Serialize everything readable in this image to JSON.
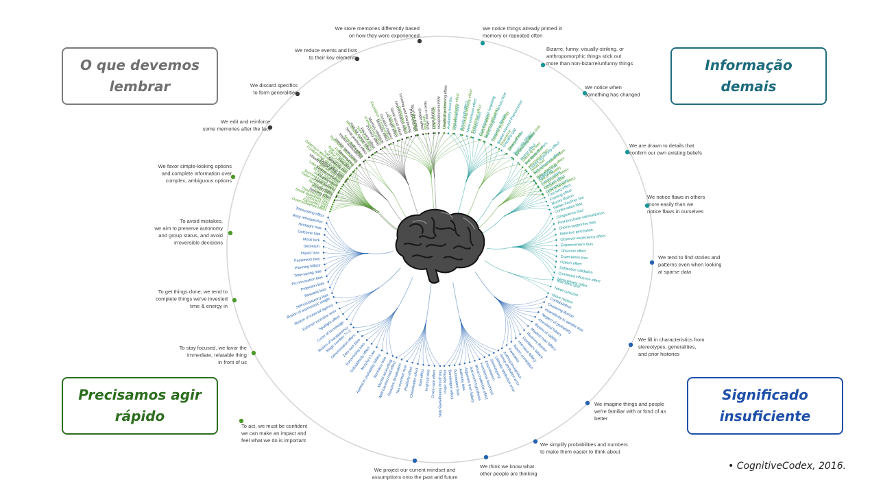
{
  "quadrants": {
    "remember": {
      "line1": "O que devemos",
      "line2": "lembrar"
    },
    "too_much": {
      "line1": "Informação",
      "line2": "demais"
    },
    "fast": {
      "line1": "Precisamos agir",
      "line2": "rápido"
    },
    "meaning": {
      "line1": "Significado",
      "line2": "insuficiente"
    }
  },
  "colors": {
    "grey": "#555555",
    "teal": "#199696",
    "blue": "#2563b0",
    "green": "#4c9a2a",
    "ring": "#d4d4d4",
    "box_grey": "#7b7b7b",
    "box_teal": "#1d6b7c",
    "box_green": "#2c6d1e",
    "box_blue": "#1e4fa8"
  },
  "brain_icon": "brain-illustration",
  "categories": [
    {
      "id": "store",
      "color": "grey",
      "lines": [
        "We store memories differently based",
        "on how they were experienced"
      ],
      "biases": [
        "Tip of the tongue",
        "Google effect",
        "Next-in-line effect",
        "Testing effect",
        "Absent-mindedness",
        "Levels of processing effect"
      ]
    },
    {
      "id": "reduce",
      "color": "grey",
      "lines": [
        "We reduce events and lists",
        "to their key elements"
      ],
      "biases": [
        "Suffix effect",
        "Serial position effect",
        "Part-list cueing effect",
        "Recency effect",
        "Primacy effect",
        "Memory inhibition",
        "Modality effect",
        "Duration neglect",
        "List-length effect",
        "Serial recall effect",
        "Misinformation effect",
        "Leveling and sharpening",
        "Peak-end rule"
      ]
    },
    {
      "id": "discard",
      "color": "grey",
      "lines": [
        "We discard specifics",
        "to form generalities"
      ],
      "biases": [
        "Fading affect bias",
        "Negativity bias",
        "Prejudice",
        "Stereotyping",
        "Implicit stereotypes",
        "Implicit associations"
      ]
    },
    {
      "id": "edit",
      "color": "grey",
      "lines": [
        "We edit and reinforce",
        "some memories after the fact"
      ],
      "biases": [
        "Spacing effect",
        "Suggestibility",
        "False memory",
        "Cryptomnesia",
        "Source confusion",
        "Misattribution of memory"
      ]
    },
    {
      "id": "primed",
      "color": "teal",
      "lines": [
        "We notice things already primed in",
        "memory or repeated often"
      ],
      "biases": [
        "Availability heuristic",
        "Attentional bias",
        "Illusory truth effect",
        "Mere exposure effect",
        "Context effect",
        "Cue-dependent forgetting",
        "Mood-congruent memory bias",
        "Frequency illusion",
        "Baader-Meinhof Phenomenon",
        "Empathy gap",
        "Omission bias",
        "Base rate fallacy"
      ]
    },
    {
      "id": "bizarre",
      "color": "teal",
      "lines": [
        "Bizarre, funny, visually-striking, or",
        "anthropomorphic things stick out",
        "more than non-bizarre/unfunny things"
      ],
      "biases": [
        "Bizarreness effect",
        "Humor effect",
        "Von Restorff effect",
        "Picture superiority effect",
        "Self-relevance effect",
        "Negativity bias"
      ]
    },
    {
      "id": "changed",
      "color": "teal",
      "lines": [
        "We notice when",
        "something has changed"
      ],
      "biases": [
        "Anchoring",
        "Conservatism",
        "Contrast effect",
        "Distinction bias",
        "Focusing effect",
        "Framing effect",
        "Money illusion",
        "Weber-Fechner law"
      ]
    },
    {
      "id": "confirm",
      "color": "teal",
      "lines": [
        "We are drawn to details that",
        "confirm our own existing beliefs"
      ],
      "biases": [
        "Confirmation bias",
        "Congruence bias",
        "Post-purchase rationalization",
        "Choice-supportive bias",
        "Selective perception",
        "Observer-expectancy effect",
        "Experimenter's bias",
        "Observer effect",
        "Expectation bias",
        "Ostrich effect",
        "Subjective validation",
        "Continued influence effect",
        "Semmelweis reflex"
      ]
    },
    {
      "id": "flaws",
      "color": "teal",
      "lines": [
        "We notice flaws in others",
        "more easily than we",
        "notice flaws in ourselves"
      ],
      "biases": [
        "Bias blind spot",
        "Naive cynicism",
        "Naive realism"
      ]
    },
    {
      "id": "stories",
      "color": "blue",
      "lines": [
        "We tend to find stories and",
        "patterns even when looking",
        "at sparse data"
      ],
      "biases": [
        "Confabulation",
        "Clustering illusion",
        "Insensitivity to sample size",
        "Neglect of probability",
        "Anecdotal fallacy",
        "Illusion of validity",
        "Masked man fallacy",
        "Recency illusion",
        "Gambler's fallacy",
        "Hot-hand fallacy",
        "Illusory correlation",
        "Pareidolia",
        "Anthropomorphism"
      ]
    },
    {
      "id": "fill",
      "color": "blue",
      "lines": [
        "We fill in characteristics from",
        "stereotypes, generalities,",
        "and prior histories"
      ],
      "biases": [
        "Group attribution error",
        "Ultimate attribution error",
        "Stereotyping",
        "Essentialism",
        "Functional fixedness",
        "Moral credential effect",
        "Just-world hypothesis",
        "Argument from fallacy",
        "Authority bias",
        "Automation bias",
        "Bandwagon effect",
        "Placebo effect"
      ]
    },
    {
      "id": "imagine",
      "color": "blue",
      "lines": [
        "We imagine things and people",
        "we're familiar with or fond of as",
        "better"
      ],
      "biases": [
        "Out-group homogeneity bias",
        "Cross-race effect",
        "In-group bias",
        "Halo effect",
        "Cheerleader effect",
        "Positivity effect",
        "Not invented here",
        "Reactive devaluation",
        "Well-traveled road effect"
      ]
    },
    {
      "id": "simplify",
      "color": "blue",
      "lines": [
        "We simplify probabilities and numbers",
        "to make them easier to think about"
      ],
      "biases": [
        "Mental accounting",
        "Normalcy bias",
        "Appeal to probability fallacy",
        "Murphy's Law",
        "Subadditivity effect",
        "Survivorship bias",
        "Zero sum bias",
        "Denomination effect",
        "Magic number 7+-2"
      ]
    },
    {
      "id": "think",
      "color": "blue",
      "lines": [
        "We think we know what",
        "other people are thinking"
      ],
      "biases": [
        "Illusion of transparency",
        "Curse of knowledge",
        "Spotlight effect",
        "Extrinsic incentive error",
        "Illusion of external agency",
        "Illusion of asymmetric insight"
      ]
    },
    {
      "id": "project",
      "color": "blue",
      "lines": [
        "We project our current mindset and",
        "assumptions onto the past and future"
      ],
      "biases": [
        "Self-consistency bias",
        "Restraint bias",
        "Projection bias",
        "Pro-innovation bias",
        "Time-saving bias",
        "Planning fallacy",
        "Pessimism bias",
        "Impact bias",
        "Declinism",
        "Moral luck",
        "Outcome bias",
        "Hindsight bias",
        "Rosy retrospection",
        "Telescoping effect"
      ]
    },
    {
      "id": "confident",
      "color": "green",
      "lines": [
        "To act, we must be confident",
        "we can make an impact and",
        "feel what we do is important"
      ],
      "biases": [
        "Overconfidence effect",
        "Egocentric bias",
        "Optimism bias",
        "Social desirability bias",
        "Third-person effect",
        "Forer effect",
        "Barnum effect",
        "Illusion of control",
        "False consensus effect",
        "Dunning-Kruger effect",
        "Hard-easy effect",
        "Illusory superiority",
        "Lake Wobegone effect",
        "Self-serving bias",
        "Actor-observer bias",
        "Fundamental attribution error",
        "Defensive attribution hypothesis",
        "Trait ascription bias",
        "Effort justification",
        "Risk compensation",
        "Peltzman effect"
      ]
    },
    {
      "id": "focused",
      "color": "green",
      "lines": [
        "To stay focused, we favor the",
        "immediate, relatable thing",
        "in front of us"
      ],
      "biases": [
        "Hyperbolic discounting",
        "Appeal to novelty",
        "Identifiable victim effect"
      ]
    },
    {
      "id": "done",
      "color": "green",
      "lines": [
        "To get things done, we tend to",
        "complete things we've invested",
        "time & energy in"
      ],
      "biases": [
        "Sunk cost fallacy",
        "Irrational escalation",
        "Escalation of commitment",
        "Loss aversion",
        "Generation effect",
        "IKEA effect",
        "Unit bias",
        "Zero-risk bias",
        "Disposition effect",
        "Pseudocertainty effect",
        "Processing difficulty effect",
        "Endowment effect",
        "Backfire effect"
      ]
    },
    {
      "id": "mistakes",
      "color": "green",
      "lines": [
        "To avoid mistakes,",
        "we aim to preserve autonomy",
        "and group status, and avoid",
        "irreversible decisions"
      ],
      "biases": [
        "System justification",
        "Reverse psychology",
        "Reactance",
        "Decoy effect",
        "Social comparison bias",
        "Status quo bias"
      ]
    },
    {
      "id": "simple",
      "color": "green",
      "lines": [
        "We favor simple-looking options",
        "and complete information over",
        "complex, ambiguous options"
      ],
      "biases": [
        "Ambiguity bias",
        "Information bias",
        "Belief bias",
        "Rhyme as reason effect",
        "Bike-shedding effect",
        "Law of Triviality",
        "Conjunction fallacy",
        "Occam's razor",
        "Less-is-better effect"
      ]
    }
  ],
  "credit": "• CognitiveCodex, 2016."
}
